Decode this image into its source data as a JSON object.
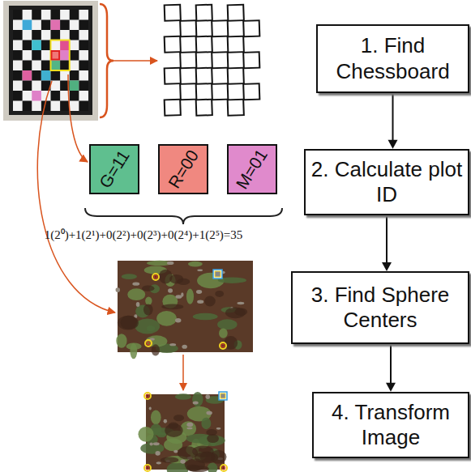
{
  "diagram": {
    "nodes": [
      {
        "text": [
          "1. Find Chessboard"
        ]
      },
      {
        "text": [
          "G=11"
        ]
      },
      {
        "text": [
          "R=00"
        ]
      },
      {
        "text": [
          "M=01"
        ]
      },
      {
        "text": [
          "2. Calculate plot ID"
        ]
      },
      {
        "text": [
          "3. Find Sphere Centers"
        ]
      },
      {
        "text": [
          "4. Transform Image"
        ]
      }
    ],
    "edges": [
      {
        "from": 0,
        "to": 4,
        "arrow": "to"
      },
      {
        "from": 4,
        "to": 5,
        "arrow": "to"
      },
      {
        "from": 5,
        "to": 6,
        "arrow": "to"
      }
    ],
    "labels": [
      "1(2⁰)+1(2¹)+0(2²)+0(2³)+0(2⁴)+1(2⁵)=35"
    ]
  }
}
